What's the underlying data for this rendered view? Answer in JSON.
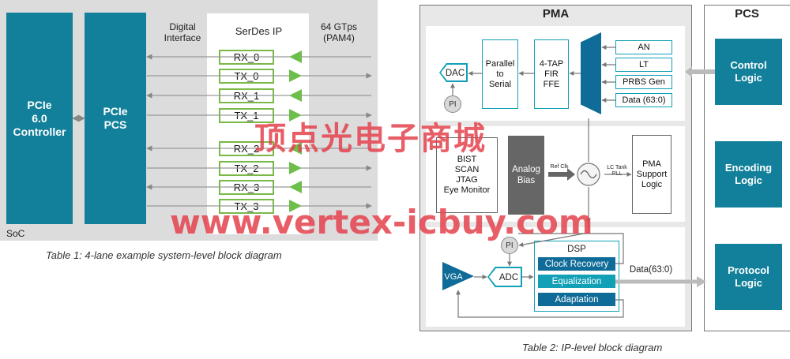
{
  "fig1": {
    "controller": "PCIe\n6.0\nController",
    "pcs": "PCIe\nPCS",
    "digital_interface": "Digital\nInterface",
    "serdes_ip": "SerDes IP",
    "rate": "64 GTps\n(PAM4)",
    "soc": "SoC",
    "lanes": [
      "RX_0",
      "TX_0",
      "RX_1",
      "TX_1",
      "RX_2",
      "TX_2",
      "RX_3",
      "TX_3"
    ],
    "caption": "Table 1: 4-lane example system-level block diagram"
  },
  "fig2": {
    "pma_title": "PMA",
    "pcs_title": "PCS",
    "dac": "DAC",
    "pi": "PI",
    "parallel_to_serial": "Parallel\nto\nSerial",
    "fir": "4-TAP\nFIR\nFFE",
    "an": "AN",
    "lt": "LT",
    "prbs": "PRBS Gen",
    "data_in": "Data (63:0)",
    "bist": "BIST\nSCAN\nJTAG\nEye Monitor",
    "analog_bias": "Analog\nBias",
    "ref_clk": "Ref Clk",
    "lc_tank": "LC Tank\nPLL",
    "pma_support": "PMA\nSupport\nLogic",
    "vga": "VGA",
    "adc": "ADC",
    "dsp": "DSP",
    "clock_recovery": "Clock Recovery",
    "equalization": "Equalization",
    "adaptation": "Adaptation",
    "data_out": "Data(63:0)",
    "control_logic": "Control\nLogic",
    "encoding_logic": "Encoding\nLogic",
    "protocol_logic": "Protocol\nLogic",
    "caption": "Table 2: IP-level block diagram"
  },
  "watermark": {
    "line1": "顶点光电子商城",
    "line2": "www.vertex-icbuy.com"
  }
}
